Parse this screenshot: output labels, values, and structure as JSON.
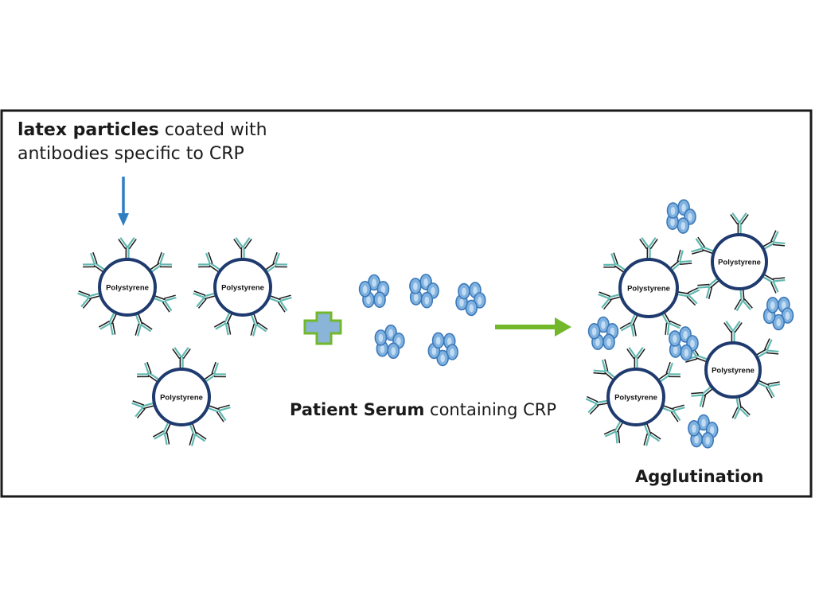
{
  "labels": {
    "latex_bold": "latex particles",
    "latex_rest": " coated with",
    "latex_line2": "antibodies specific to CRP",
    "serum_bold": "Patient Serum",
    "serum_rest": " containing CRP",
    "agglutination": "Agglutination",
    "bead_text": "Polystyrene"
  },
  "colors": {
    "frame": "#1a1a1a",
    "bead_outline": "#1f3a6e",
    "antibody_teal": "#5fb8b0",
    "antibody_dark": "#1a1a1a",
    "crp_fill": "#7fb2e0",
    "crp_outline": "#3b78b8",
    "arrow_blue": "#2e7ec4",
    "arrow_green": "#72b82a",
    "plus_fill": "#8ab4d8",
    "plus_outline": "#72b82a"
  },
  "icons": {
    "latex_bead": "antibody-coated-bead-icon",
    "crp": "crp-pentamer-icon",
    "down_arrow": "arrow-down-icon",
    "plus": "plus-icon",
    "right_arrow": "arrow-right-icon"
  }
}
